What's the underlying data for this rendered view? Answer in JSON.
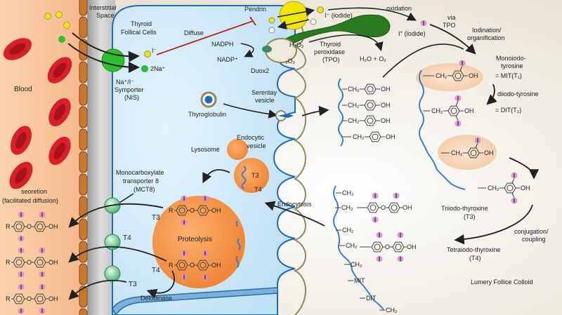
{
  "regions": {
    "blood": "Blood",
    "interstitial": [
      "Interstitial",
      "Space"
    ],
    "cells": [
      "Thyroid",
      "Follical Cells"
    ],
    "colloid": "Lumery Follice Colloid"
  },
  "uptake": {
    "iodide_ion": "I⁻",
    "sodium": "2Na⁺",
    "nis": [
      "Na⁺/I⁻",
      "Symporter",
      "(NIS)"
    ],
    "diffuse": "Diffuse",
    "pendrin": "Pendrin"
  },
  "oxidation": {
    "iodide": "I⁻ (iodide)",
    "oxidation": "oxidation",
    "via_tpo": [
      "via",
      "TPO"
    ],
    "iodine": "I° (iodide)",
    "iodination": [
      "Iodination/",
      "organification"
    ],
    "nadph": "NADPH",
    "nadp": "NADP⁺",
    "duox2": "Duox2",
    "h2o2": "H₂O₂",
    "o2": "₂O₂",
    "tpo": [
      "Thyroid",
      "peroxidase",
      "(TPO)"
    ],
    "products": "H₂O + O₂"
  },
  "synthesis": {
    "thyroglobulin": "Thyroglobulin",
    "vesicle": [
      "Sereritay",
      "vesicle"
    ],
    "mit": [
      "Monoiodo-",
      "tyrosine",
      "= MIT(T₁)"
    ],
    "dit_step": "diiodo-tyrosine",
    "dit": "= DIT(T₂)",
    "coupling": [
      "conjugation/",
      "coupling"
    ],
    "t3": [
      "Triiodo-thyroxine",
      "(T3)"
    ],
    "t4": [
      "Tetraiodo-thyroxine",
      "(T4)"
    ],
    "chain_labels": [
      "CH₂",
      "CH₂",
      "CH₂",
      "CH₂",
      "CH₂",
      "MIT",
      "DIT",
      "CH₂"
    ]
  },
  "release": {
    "endocytosis": "Endocytosis",
    "endocytic_vesicle": [
      "Endocytic",
      "vesicle"
    ],
    "lysosome": "Lysosome",
    "proteolysis": "Proteolysis",
    "mct8": [
      "Monocarboxylate",
      "transporter 8",
      "(MCT8)"
    ],
    "secretion": [
      "seoretion",
      "(facilitated diffusion)"
    ],
    "t3": "T3",
    "t4": "T4",
    "deiodinase": "Delodinase"
  },
  "chem": {
    "ch2": "CH₂",
    "oh": "OH",
    "o": "O",
    "r": "R",
    "i": "I"
  },
  "colors": {
    "blood": "#f9c9a0",
    "rbc": "#d8202a",
    "cell": "#cfe8f8",
    "colloid": "#f1ebe0",
    "lysosome": "#f08a3a",
    "nis": "#2cc12c",
    "iodide": "#f2e600",
    "iodine_atom": "#d88ad0",
    "chain": "#3a7fd0"
  }
}
